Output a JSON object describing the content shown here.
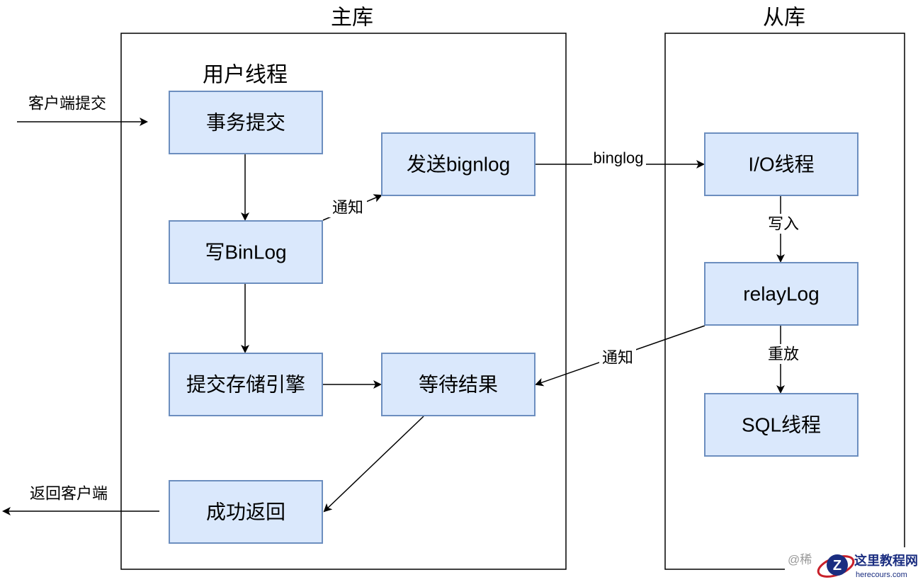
{
  "sections": {
    "master_title": "主库",
    "slave_title": "从库",
    "user_thread_title": "用户线程"
  },
  "nodes": {
    "commit_txn": "事务提交",
    "write_binlog": "写BinLog",
    "commit_engine": "提交存储引擎",
    "send_binlog": "发送bignlog",
    "wait_result": "等待结果",
    "return_success": "成功返回",
    "io_thread": "I/O线程",
    "relay_log": "relayLog",
    "sql_thread": "SQL线程"
  },
  "edge_labels": {
    "client_commit": "客户端提交",
    "return_client": "返回客户端",
    "notify_send": "通知",
    "binlog": "binglog",
    "write_in": "写入",
    "replay": "重放",
    "notify_wait": "通知"
  },
  "watermark": {
    "prefix": "@稀",
    "site_name": "这里教程网",
    "site_url": "herecours.com",
    "logo_letter": "Z"
  },
  "colors": {
    "box_fill": "#dae8fc",
    "box_stroke": "#6c8ebf",
    "logo_red": "#c8202a",
    "logo_blue": "#1a2d80"
  }
}
